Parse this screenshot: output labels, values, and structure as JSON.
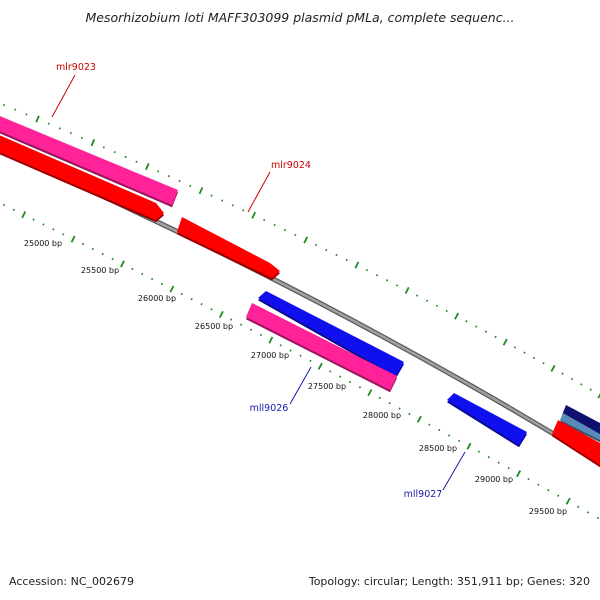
{
  "title": "Mesorhizobium loti MAFF303099 plasmid pMLa, complete sequenc...",
  "accession_text": "Accession: NC_002679",
  "summary_text": "Topology: circular; Length: 351,911 bp; Genes: 320",
  "colors": {
    "backbone": "#8a8a8a",
    "tick": "#1e8a1e",
    "forward_label": "#cc0000",
    "reverse_label": "#1a1aaa"
  },
  "scale_ticks": [
    "25000 bp",
    "25500 bp",
    "26000 bp",
    "26500 bp",
    "27000 bp",
    "27500 bp",
    "28000 bp",
    "28500 bp",
    "29000 bp",
    "29500 bp"
  ],
  "genes": [
    {
      "name": "mlr9023",
      "labeled": true,
      "strand": "+",
      "color": "#ff2299"
    },
    {
      "name": "",
      "labeled": false,
      "strand": "+",
      "color": "#ff0000"
    },
    {
      "name": "mlr9024",
      "labeled": true,
      "strand": "+",
      "color": "#ff0000"
    },
    {
      "name": "",
      "labeled": false,
      "strand": "-",
      "color": "#1010ee"
    },
    {
      "name": "mll9026",
      "labeled": true,
      "strand": "-",
      "color": "#ff2299"
    },
    {
      "name": "mll9027",
      "labeled": true,
      "strand": "-",
      "color": "#1010ee"
    },
    {
      "name": "",
      "labeled": false,
      "strand": "+",
      "color": "#10106e"
    },
    {
      "name": "",
      "labeled": false,
      "strand": "+",
      "color": "#5a8ab8"
    },
    {
      "name": "",
      "labeled": false,
      "strand": "+",
      "color": "#ff0000"
    }
  ]
}
